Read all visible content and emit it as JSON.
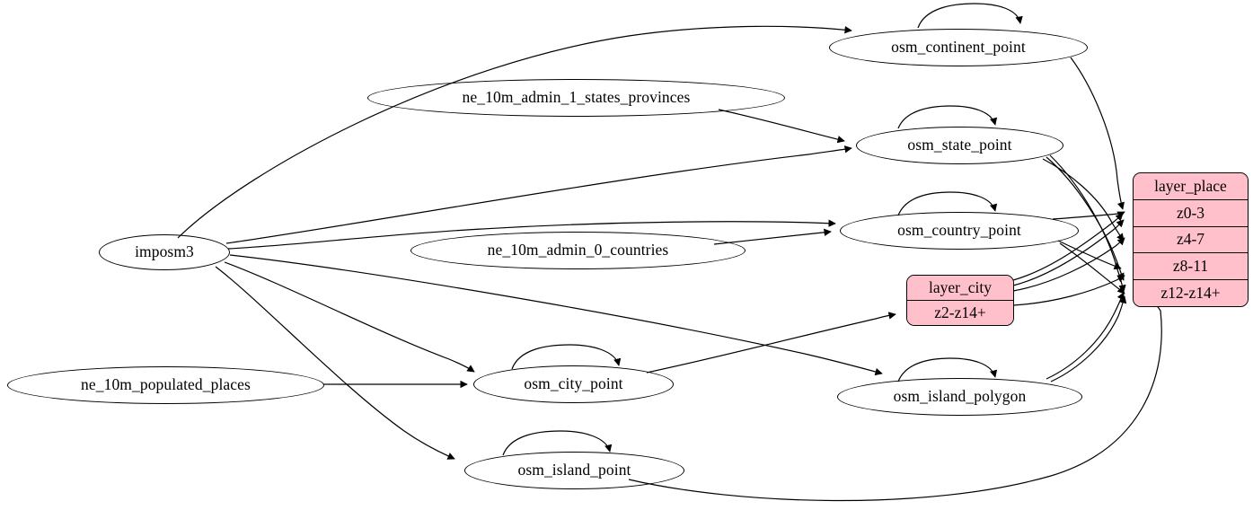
{
  "diagram": {
    "type": "directed-graph",
    "title": "osm place layer dependency graph",
    "background": "#ffffff",
    "colors": {
      "node_fill_pink": "#ffc0cb",
      "edge": "#000000",
      "text": "#000000",
      "ellipse_fill": "none"
    }
  },
  "nodes": {
    "imposm3": {
      "label": "imposm3",
      "shape": "ellipse"
    },
    "ne_10m_admin_1_states_provinces": {
      "label": "ne_10m_admin_1_states_provinces",
      "shape": "ellipse"
    },
    "ne_10m_admin_0_countries": {
      "label": "ne_10m_admin_0_countries",
      "shape": "ellipse"
    },
    "ne_10m_populated_places": {
      "label": "ne_10m_populated_places",
      "shape": "ellipse"
    },
    "osm_continent_point": {
      "label": "osm_continent_point",
      "shape": "ellipse"
    },
    "osm_state_point": {
      "label": "osm_state_point",
      "shape": "ellipse"
    },
    "osm_country_point": {
      "label": "osm_country_point",
      "shape": "ellipse"
    },
    "osm_city_point": {
      "label": "osm_city_point",
      "shape": "ellipse"
    },
    "osm_island_point": {
      "label": "osm_island_point",
      "shape": "ellipse"
    },
    "osm_island_polygon": {
      "label": "osm_island_polygon",
      "shape": "ellipse"
    },
    "layer_city": {
      "shape": "record",
      "header": "layer_city",
      "rows": [
        "z2-z14+"
      ]
    },
    "layer_place": {
      "shape": "record",
      "header": "layer_place",
      "rows": [
        "z0-3",
        "z4-7",
        "z8-11",
        "z12-z14+"
      ]
    }
  },
  "edges": [
    {
      "from": "imposm3",
      "to": "osm_continent_point"
    },
    {
      "from": "imposm3",
      "to": "osm_state_point"
    },
    {
      "from": "imposm3",
      "to": "osm_country_point"
    },
    {
      "from": "imposm3",
      "to": "osm_city_point"
    },
    {
      "from": "imposm3",
      "to": "osm_island_point"
    },
    {
      "from": "imposm3",
      "to": "osm_island_polygon"
    },
    {
      "from": "ne_10m_admin_1_states_provinces",
      "to": "osm_state_point"
    },
    {
      "from": "ne_10m_admin_0_countries",
      "to": "osm_country_point"
    },
    {
      "from": "ne_10m_populated_places",
      "to": "osm_city_point"
    },
    {
      "from": "osm_continent_point",
      "to": "osm_continent_point"
    },
    {
      "from": "osm_state_point",
      "to": "osm_state_point"
    },
    {
      "from": "osm_country_point",
      "to": "osm_country_point"
    },
    {
      "from": "osm_city_point",
      "to": "osm_city_point"
    },
    {
      "from": "osm_island_point",
      "to": "osm_island_point"
    },
    {
      "from": "osm_island_polygon",
      "to": "osm_island_polygon"
    },
    {
      "from": "osm_continent_point",
      "to": "layer_place"
    },
    {
      "from": "osm_state_point",
      "to": "layer_place"
    },
    {
      "from": "osm_country_point",
      "to": "layer_place"
    },
    {
      "from": "osm_island_point",
      "to": "layer_place"
    },
    {
      "from": "osm_island_polygon",
      "to": "layer_place"
    },
    {
      "from": "layer_city",
      "to": "layer_place"
    },
    {
      "from": "osm_city_point",
      "to": "layer_city"
    }
  ]
}
